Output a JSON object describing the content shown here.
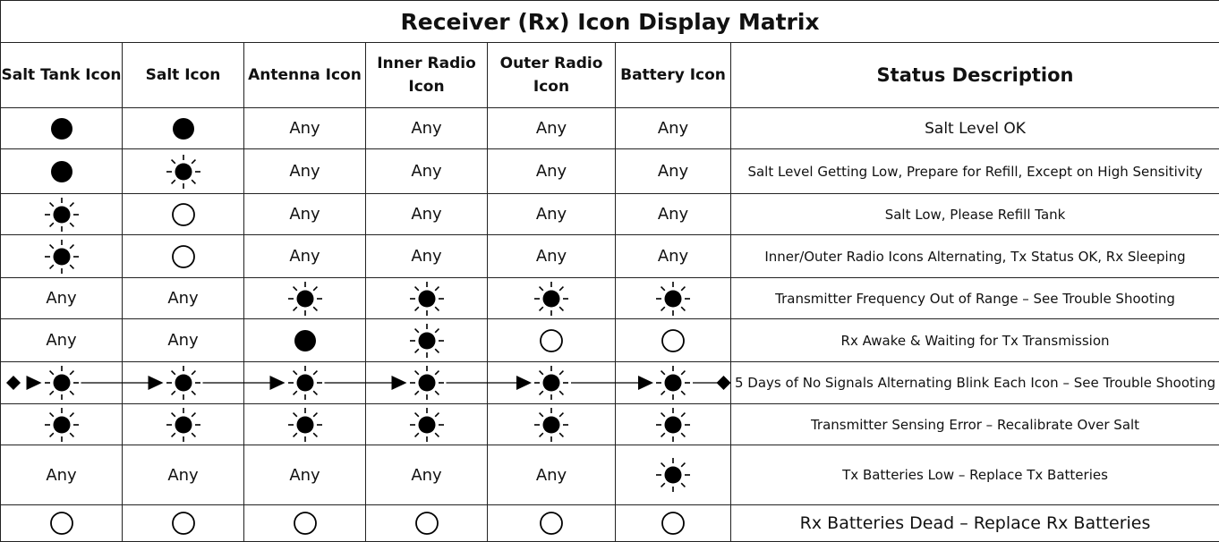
{
  "title": "Receiver (Rx) Icon Display Matrix",
  "headers": [
    "Salt Tank Icon",
    "Salt Icon",
    "Antenna Icon",
    "Inner Radio Icon",
    "Outer Radio Icon",
    "Battery Icon",
    "Status Description"
  ],
  "legend": {
    "solid": "solid-dot-icon",
    "blink": "blinking-dot-icon",
    "off": "empty-circle-icon",
    "any": "Any"
  },
  "rows": [
    {
      "cells": [
        "solid",
        "solid",
        "Any",
        "Any",
        "Any",
        "Any"
      ],
      "desc": "Salt Level OK"
    },
    {
      "cells": [
        "solid",
        "blink",
        "Any",
        "Any",
        "Any",
        "Any"
      ],
      "desc": "Salt Level Getting Low, Prepare for Refill, Except  on High Sensitivity"
    },
    {
      "cells": [
        "blink",
        "off",
        "Any",
        "Any",
        "Any",
        "Any"
      ],
      "desc": "Salt Low, Please Refill Tank"
    },
    {
      "cells": [
        "blink",
        "off",
        "Any",
        "Any",
        "Any",
        "Any"
      ],
      "desc": "Inner/Outer Radio Icons Alternating, Tx Status OK, Rx Sleeping"
    },
    {
      "cells": [
        "Any",
        "Any",
        "blink",
        "blink",
        "blink",
        "blink"
      ],
      "desc": "Transmitter Frequency Out of Range – See Trouble Shooting"
    },
    {
      "cells": [
        "Any",
        "Any",
        "solid",
        "blink",
        "off",
        "off"
      ],
      "desc": "Rx Awake & Waiting for Tx Transmission"
    },
    {
      "cells": [
        "blink",
        "blink",
        "blink",
        "blink",
        "blink",
        "blink"
      ],
      "desc": "5 Days of No Signals Alternating Blink Each Icon – See Trouble Shooting"
    },
    {
      "cells": [
        "blink",
        "blink",
        "blink",
        "blink",
        "blink",
        "blink"
      ],
      "desc": "Transmitter Sensing Error – Recalibrate Over Salt"
    },
    {
      "cells": [
        "Any",
        "Any",
        "Any",
        "Any",
        "Any",
        "blink"
      ],
      "desc": "Tx Batteries Low – Replace Tx Batteries"
    },
    {
      "cells": [
        "off",
        "off",
        "off",
        "off",
        "off",
        "off"
      ],
      "desc": "Rx Batteries Dead – Replace Rx Batteries"
    }
  ]
}
